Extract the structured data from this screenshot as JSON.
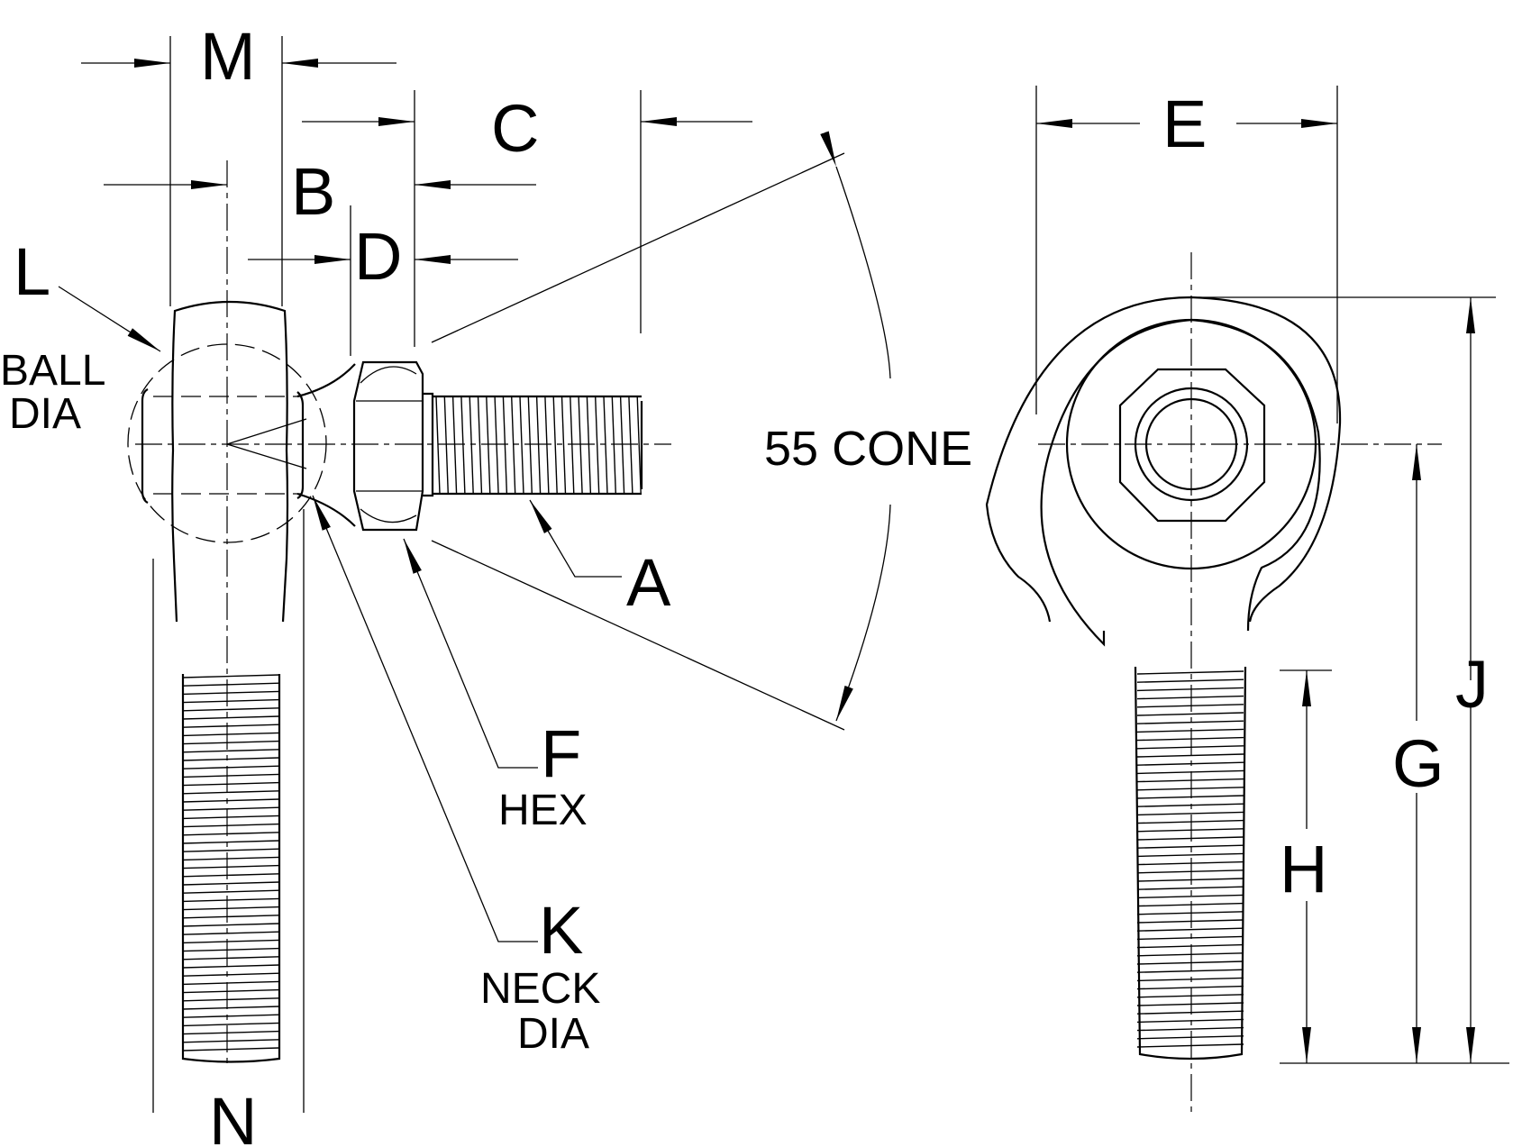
{
  "labels": {
    "M": "M",
    "C": "C",
    "B": "B",
    "D": "D",
    "L": "L",
    "ball_dia": [
      "BALL",
      "DIA"
    ],
    "cone": "55 CONE",
    "A": "A",
    "F": "F",
    "F_sub": "HEX",
    "K": "K",
    "K_sub": [
      "NECK",
      "DIA"
    ],
    "N": "N",
    "E": "E",
    "J": "J",
    "G": "G",
    "H": "H"
  }
}
